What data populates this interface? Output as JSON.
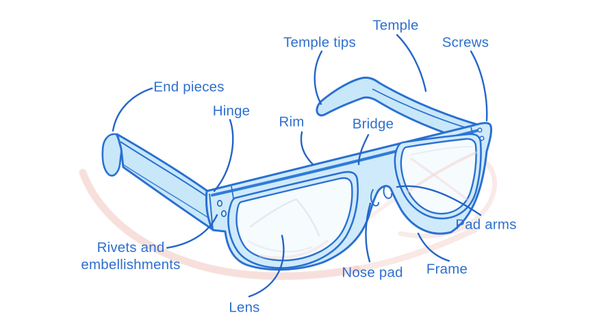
{
  "figure": {
    "type": "labeled-diagram",
    "subject": "Parts of eyeglasses",
    "colors": {
      "label_text": "#2e6fce",
      "pointer_blue": "#2364c8",
      "outline_blue": "#2a70d2",
      "accent_stripe": "#2f7bd9",
      "frame_fill": "#cfeafa",
      "lens_fill": "#f6fbfe",
      "shadow_pink": "#f1cbc5",
      "background": "#ffffff"
    },
    "labels": [
      {
        "id": "end-pieces",
        "text": "End pieces"
      },
      {
        "id": "hinge",
        "text": "Hinge"
      },
      {
        "id": "rim",
        "text": "Rim"
      },
      {
        "id": "bridge",
        "text": "Bridge"
      },
      {
        "id": "temple-tips",
        "text": "Temple tips"
      },
      {
        "id": "temple",
        "text": "Temple"
      },
      {
        "id": "screws",
        "text": "Screws"
      },
      {
        "id": "rivets-and-embellishments",
        "text": "Rivets and embellishments"
      },
      {
        "id": "lens",
        "text": "Lens"
      },
      {
        "id": "nose-pad",
        "text": "Nose pad"
      },
      {
        "id": "frame",
        "text": "Frame"
      },
      {
        "id": "pad-arms",
        "text": "Pad arms"
      }
    ]
  }
}
